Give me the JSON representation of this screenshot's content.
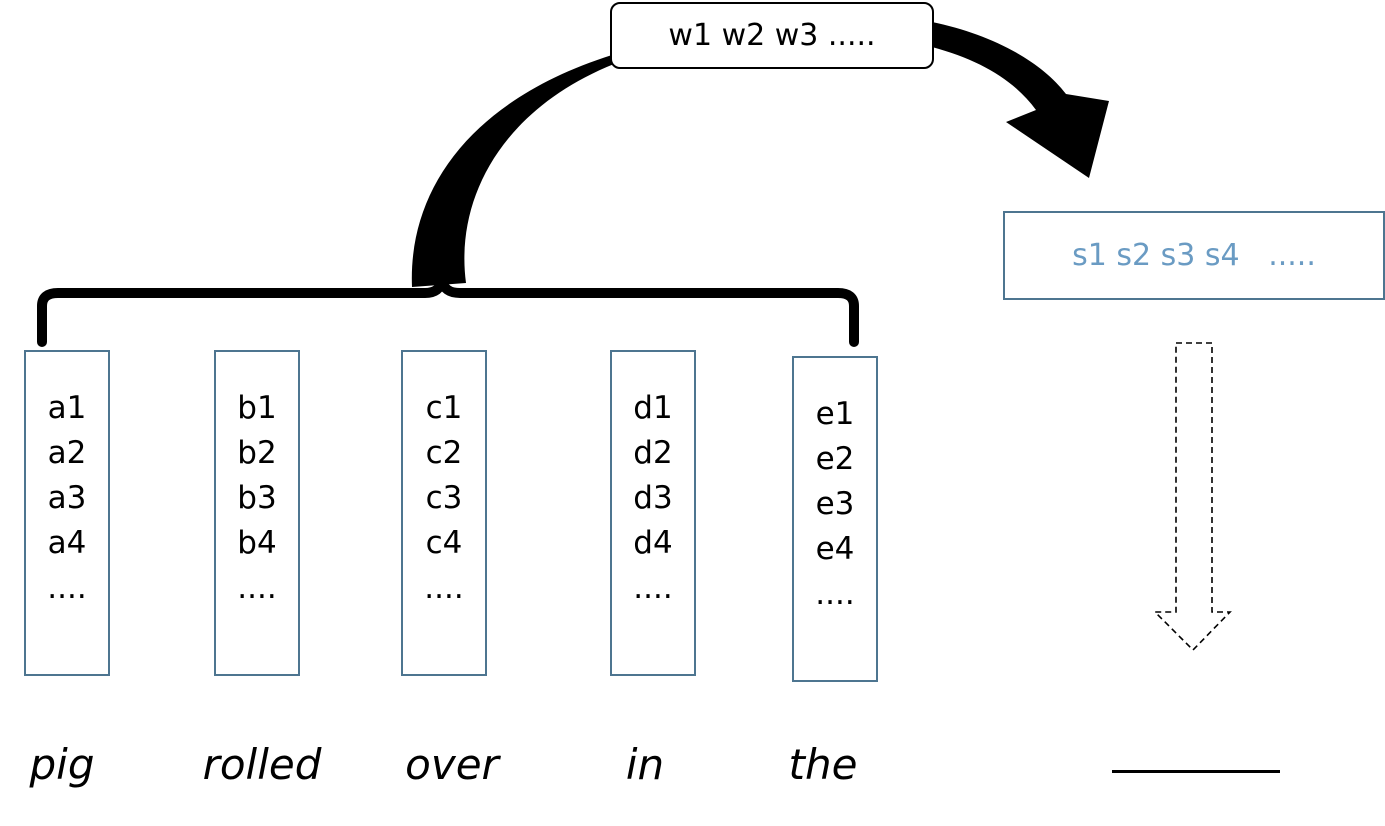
{
  "context_box": {
    "text": "w1 w2 w3 ....."
  },
  "output_box": {
    "text": "s1 s2 s3 s4   ....."
  },
  "columns": [
    {
      "items": [
        "a1",
        "a2",
        "a3",
        "a4",
        "...."
      ],
      "word": "pig"
    },
    {
      "items": [
        "b1",
        "b2",
        "b3",
        "b4",
        "...."
      ],
      "word": "rolled"
    },
    {
      "items": [
        "c1",
        "c2",
        "c3",
        "c4",
        "...."
      ],
      "word": "over"
    },
    {
      "items": [
        "d1",
        "d2",
        "d3",
        "d4",
        "...."
      ],
      "word": "in"
    },
    {
      "items": [
        "e1",
        "e2",
        "e3",
        "e4",
        "...."
      ],
      "word": "the"
    }
  ],
  "colors": {
    "box_border": "#4d7590",
    "output_text": "#6a9bc3",
    "ink": "#000000"
  }
}
